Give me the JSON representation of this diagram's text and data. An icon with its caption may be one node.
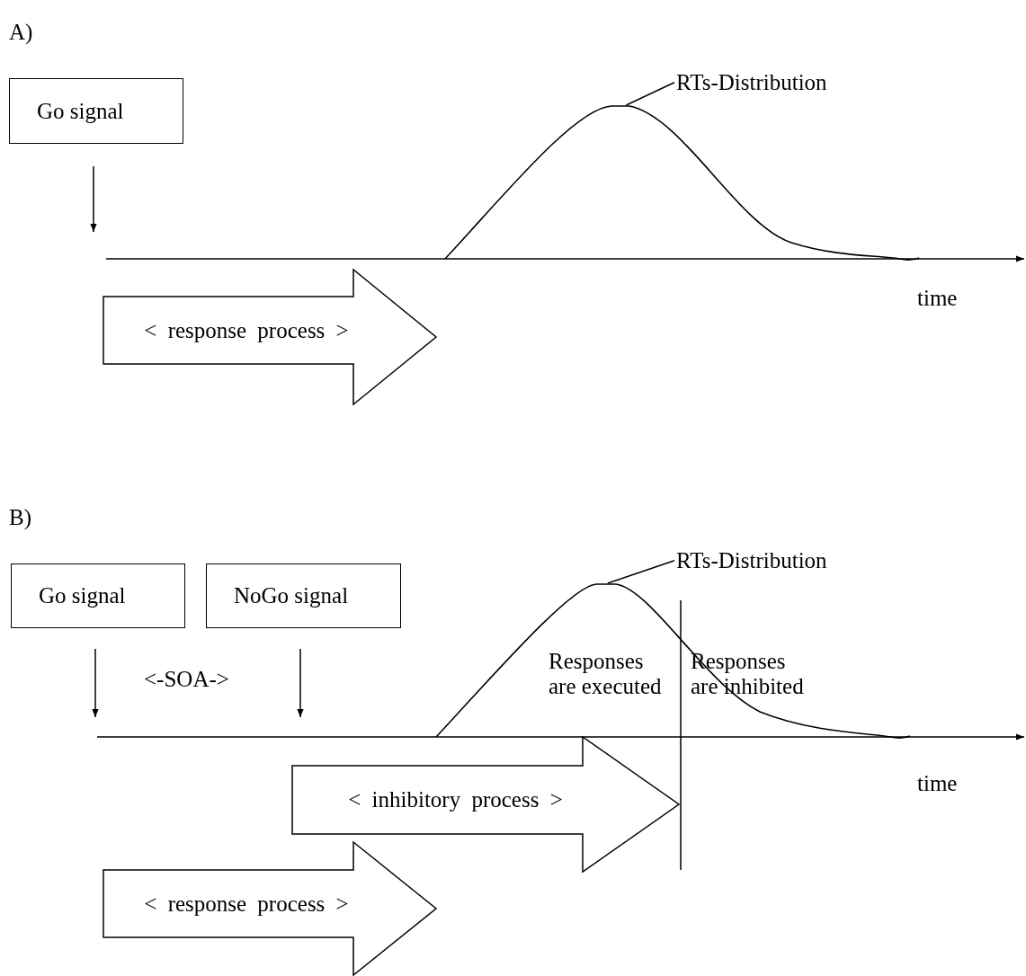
{
  "diagram": {
    "nodes": [
      {
        "text": [
          "Go signal"
        ]
      },
      {
        "text": [
          "RTs-Distribution"
        ]
      },
      {
        "text": [],
        "shape": "curve"
      },
      {
        "text": [
          "< response process >"
        ]
      },
      {
        "text": [
          "Go signal"
        ]
      },
      {
        "text": [
          "NoGo signal"
        ]
      },
      {
        "text": [
          "RTs-Distribution"
        ]
      },
      {
        "text": [],
        "shape": "curve"
      },
      {
        "text": [
          "< inhibitory process >"
        ]
      },
      {
        "text": [
          "< response process >"
        ]
      }
    ],
    "edges": [
      {
        "from": 1,
        "to": 2,
        "arrow": "none"
      },
      {
        "from": 6,
        "to": 7,
        "arrow": "none"
      }
    ],
    "labels": [
      "A)",
      "time",
      "B)",
      "<-SOA->",
      "Responses are executed",
      "Responses are inhibited",
      "time"
    ]
  }
}
